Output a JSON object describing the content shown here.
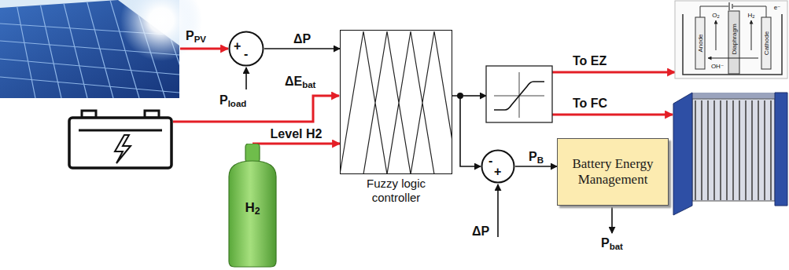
{
  "diagram": {
    "nodes": [
      {
        "text": [
          "+",
          "-"
        ]
      },
      {
        "text": [
          "H2"
        ]
      },
      {
        "text": [
          "Fuzzy logic controller"
        ]
      },
      {
        "text": [
          "-",
          "+"
        ]
      },
      {
        "text": [
          "Battery Energy Management"
        ]
      }
    ],
    "edges": [
      {
        "from": 0,
        "to": 2,
        "label": "ΔP",
        "arrow": "to"
      },
      {
        "from": 1,
        "to": 2,
        "label": "Level H2",
        "arrow": "to"
      },
      {
        "from": 2,
        "to": 3,
        "arrow": "to"
      },
      {
        "from": 3,
        "to": 4,
        "label": "PB",
        "arrow": "to"
      }
    ],
    "labels": [
      "PPV",
      "Pload",
      "ΔEbat",
      "To EZ",
      "To FC",
      "ΔP",
      "Pbat",
      "O2",
      "H2",
      "Anode",
      "Diaphragm",
      "Cathode",
      "OH⁻",
      "e⁻"
    ]
  }
}
